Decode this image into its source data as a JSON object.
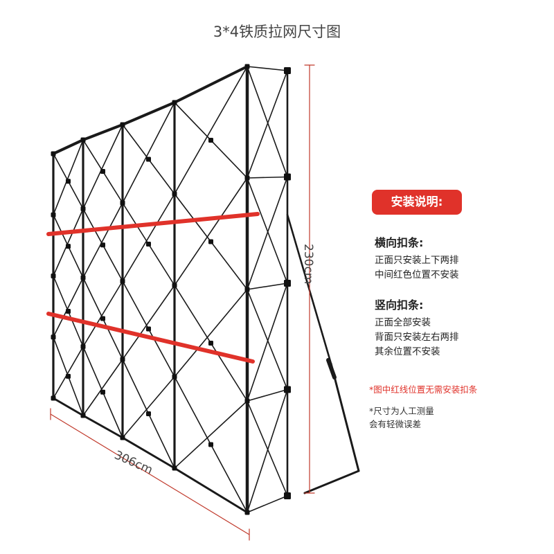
{
  "title": "3*4铁质拉网尺寸图",
  "dimensions": {
    "height_label": "230cm",
    "width_label": "306cm"
  },
  "instructions": {
    "badge": "安装说明:",
    "horizontal": {
      "heading": "横向扣条:",
      "lines": [
        "正面只安装上下两排",
        "中间红色位置不安装"
      ]
    },
    "vertical": {
      "heading": "竖向扣条:",
      "lines": [
        "正面全部安装",
        "背面只安装左右两排",
        "其余位置不安装"
      ]
    },
    "red_note": "*图中红线位置无需安装扣条",
    "measure_note": [
      "*尺寸为人工测量",
      "会有轻微误差"
    ]
  },
  "colors": {
    "accent": "#e0322a",
    "frame": "#1a1a1a",
    "dimension_line": "#c0392b"
  }
}
